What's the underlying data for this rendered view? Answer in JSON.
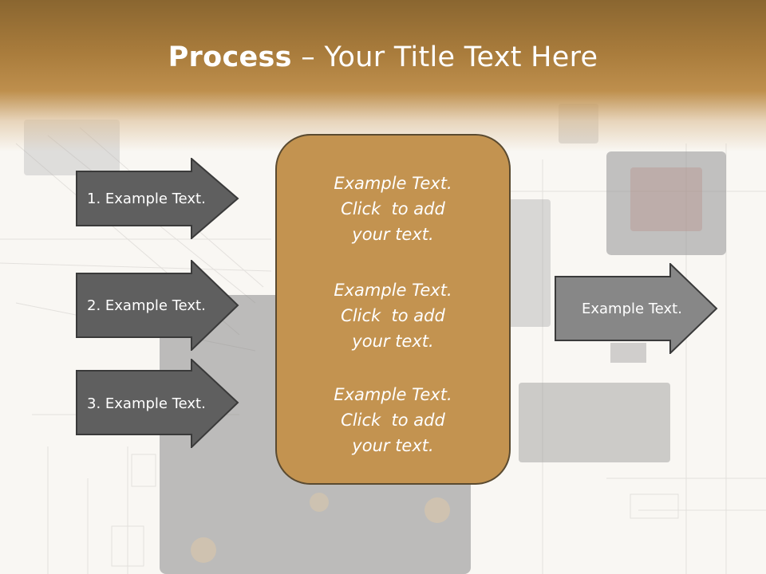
{
  "slide": {
    "title_bold": "Process",
    "title_rest": " – Your Title Text Here"
  },
  "left_arrows": [
    {
      "label": "1. Example Text."
    },
    {
      "label": "2. Example Text."
    },
    {
      "label": "3. Example Text."
    }
  ],
  "center_box": {
    "paragraphs": [
      {
        "lines": [
          "Example Text.",
          "Click  to add",
          "your text."
        ]
      },
      {
        "lines": [
          "Example Text.",
          "Click  to add",
          "your text."
        ]
      },
      {
        "lines": [
          "Example Text.",
          "Click  to add",
          "your text."
        ]
      }
    ]
  },
  "right_arrow": {
    "label": "Example Text."
  },
  "colors": {
    "header": "#a97c3c",
    "arrow_dark": "#5f5f5f",
    "arrow_light": "#878787",
    "box_fill": "#c39350"
  }
}
